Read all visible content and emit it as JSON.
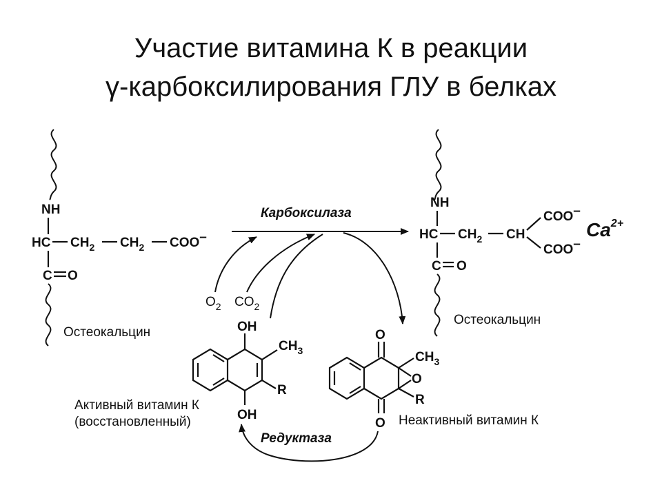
{
  "title": {
    "line1": "Участие витамина К в реакции",
    "line2": "γ-карбоксилирования ГЛУ в белках"
  },
  "left_structure": {
    "nh": "NH",
    "hc": "HC",
    "ch2_a": "CH",
    "ch2_a_sub": "2",
    "ch2_b": "CH",
    "ch2_b_sub": "2",
    "coo": "COO",
    "coo_charge": "–",
    "c": "C",
    "o": "O",
    "protein": "Остеокальцин"
  },
  "right_structure": {
    "nh": "NH",
    "hc": "HC",
    "ch2": "CH",
    "ch2_sub": "2",
    "ch": "CH",
    "coo1": "COO",
    "coo1_charge": "–",
    "coo2": "COO",
    "coo2_charge": "–",
    "c": "C",
    "o": "O",
    "ca": "Ca",
    "ca_charge": "2+",
    "protein": "Остеокальцин"
  },
  "reaction": {
    "enzyme_top": "Карбоксилаза",
    "enzyme_bottom": "Редуктаза",
    "o2": "O",
    "o2_sub": "2",
    "co2": "CO",
    "co2_sub": "2"
  },
  "active_vitamin": {
    "oh_top": "OH",
    "ch3": "CH",
    "ch3_sub": "3",
    "r": "R",
    "oh_bottom": "OH",
    "label_line1": "Активный витамин К",
    "label_line2": "(восстановленный)"
  },
  "inactive_vitamin": {
    "o_top": "O",
    "ch3": "CH",
    "ch3_sub": "3",
    "o_epoxide": "O",
    "r": "R",
    "o_bottom": "O",
    "label": "Неактивный витамин К"
  }
}
